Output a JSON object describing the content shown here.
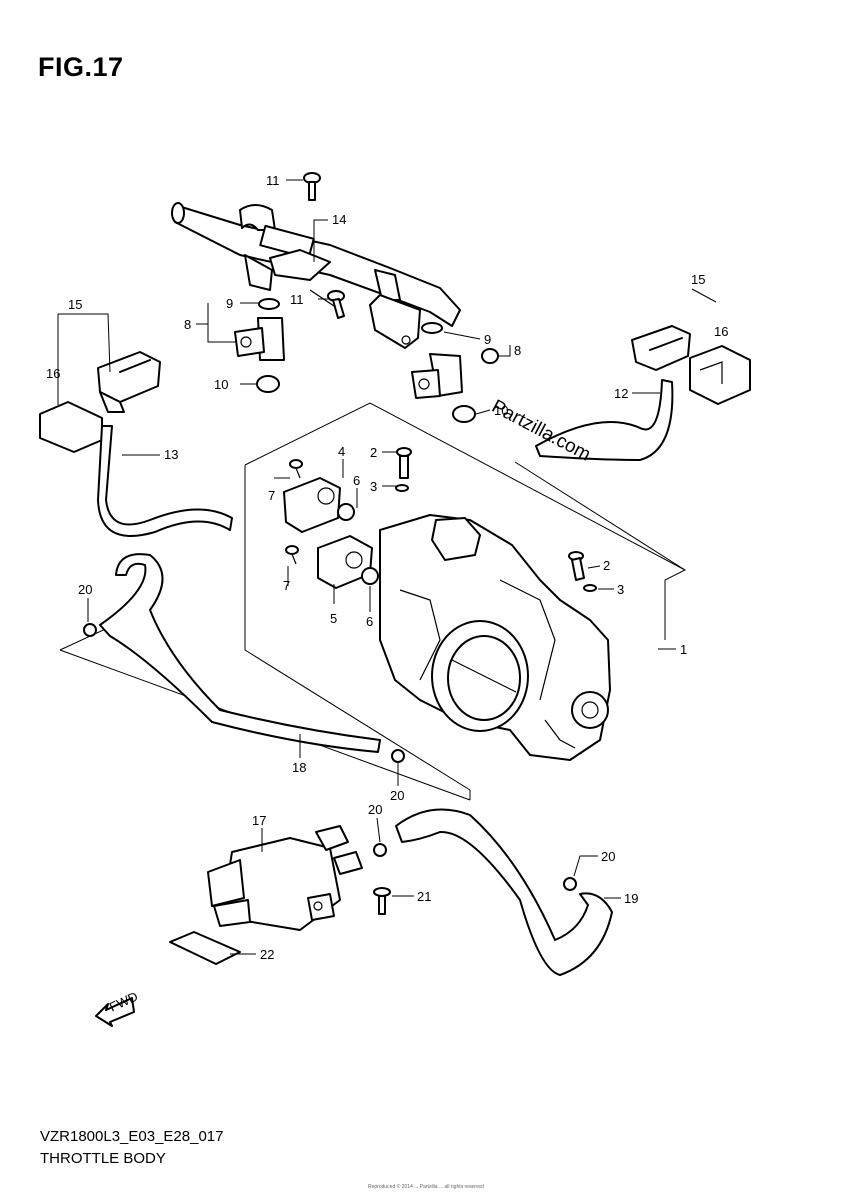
{
  "figure": {
    "title": "FIG.17",
    "model_code": "VZR1800L3_E03_E28_017",
    "subtitle": "THROTTLE BODY",
    "watermark": "Partzilla.com",
    "footer": "Reproduced © 2014 ... Partzilla ... all rights reserved",
    "direction_arrow": "FWD"
  },
  "callouts": [
    {
      "id": "c11a",
      "text": "11"
    },
    {
      "id": "c14",
      "text": "14"
    },
    {
      "id": "c15a",
      "text": "15"
    },
    {
      "id": "c9a",
      "text": "9"
    },
    {
      "id": "c11b",
      "text": "11"
    },
    {
      "id": "c8a",
      "text": "8"
    },
    {
      "id": "c16a",
      "text": "16"
    },
    {
      "id": "c10a",
      "text": "10"
    },
    {
      "id": "c13",
      "text": "13"
    },
    {
      "id": "c15b",
      "text": "15"
    },
    {
      "id": "c16b",
      "text": "16"
    },
    {
      "id": "c9b",
      "text": "9"
    },
    {
      "id": "c8b",
      "text": "8"
    },
    {
      "id": "c12",
      "text": "12"
    },
    {
      "id": "c10b",
      "text": "10"
    },
    {
      "id": "c4",
      "text": "4"
    },
    {
      "id": "c2a",
      "text": "2"
    },
    {
      "id": "c6a",
      "text": "6"
    },
    {
      "id": "c3a",
      "text": "3"
    },
    {
      "id": "c7a",
      "text": "7"
    },
    {
      "id": "c2b",
      "text": "2"
    },
    {
      "id": "c3b",
      "text": "3"
    },
    {
      "id": "c7b",
      "text": "7"
    },
    {
      "id": "c5",
      "text": "5"
    },
    {
      "id": "c6b",
      "text": "6"
    },
    {
      "id": "c20a",
      "text": "20"
    },
    {
      "id": "c1",
      "text": "1"
    },
    {
      "id": "c18",
      "text": "18"
    },
    {
      "id": "c20b",
      "text": "20"
    },
    {
      "id": "c20c",
      "text": "20"
    },
    {
      "id": "c17",
      "text": "17"
    },
    {
      "id": "c20d",
      "text": "20"
    },
    {
      "id": "c19",
      "text": "19"
    },
    {
      "id": "c21",
      "text": "21"
    },
    {
      "id": "c22",
      "text": "22"
    }
  ]
}
